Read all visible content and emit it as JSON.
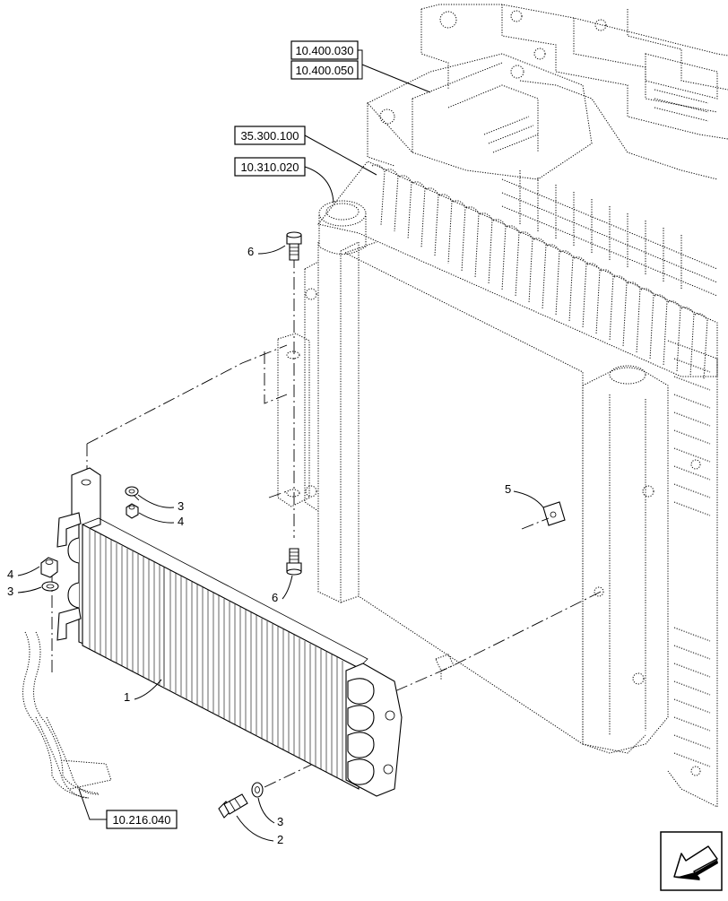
{
  "references": {
    "ref_10_400_030": "10.400.030",
    "ref_10_400_050": "10.400.050",
    "ref_35_300_100": "35.300.100",
    "ref_10_310_020": "10.310.020",
    "ref_10_216_040": "10.216.040"
  },
  "callouts": {
    "item_1": "1",
    "item_2": "2",
    "item_3_top": "3",
    "item_4_top": "4",
    "item_4_left": "4",
    "item_3_left": "3",
    "item_5": "5",
    "item_6_top": "6",
    "item_6_bottom": "6",
    "item_3_bottom": "3"
  },
  "icons": {
    "view_direction": "arrow-down-left-icon"
  }
}
